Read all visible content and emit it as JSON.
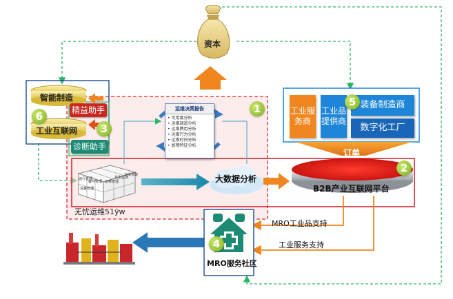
{
  "capital": {
    "label": "资本"
  },
  "smart_manufacturing": {
    "label": "智能制造"
  },
  "industrial_internet": {
    "label": "工业互联网"
  },
  "helpers": {
    "jingyi": "精益助手",
    "diagnosis": "诊断助手"
  },
  "report": {
    "title": "运维决策报告",
    "items": [
      "可用度分析",
      "运维调遣分析",
      "运维费用分析",
      "运维行为分析",
      "运维时间分析",
      "故障特征分析"
    ]
  },
  "cube_cells": [
    "运行管理",
    "设备管理",
    "备件管理",
    "运维管理",
    "状态监测",
    "运维预警"
  ],
  "wuyou": {
    "label": "无忧运维51ÿw"
  },
  "big_data": {
    "label": "大数据分析"
  },
  "b2b": {
    "label": "B2B产业互联网平台"
  },
  "order": {
    "label": "订单"
  },
  "suppliers": {
    "industrial_service": "工业服务商",
    "product_supplier": "工业品提供商",
    "equipment_maker": "装备制造商",
    "digital_factory": "数字化工厂"
  },
  "mro": {
    "community": "MRO服务社区",
    "product_support": "MRO工业品支持",
    "service_support": "工业服务支持"
  },
  "badges": [
    "1",
    "2",
    "3",
    "4",
    "5",
    "6"
  ],
  "colors": {
    "orange": "#f0861f",
    "blue": "#1e86d8",
    "green_dash": "#2db36b",
    "red_box": "#d9262b",
    "teal": "#1d8a73",
    "badge_green": "#8ebd2a"
  }
}
